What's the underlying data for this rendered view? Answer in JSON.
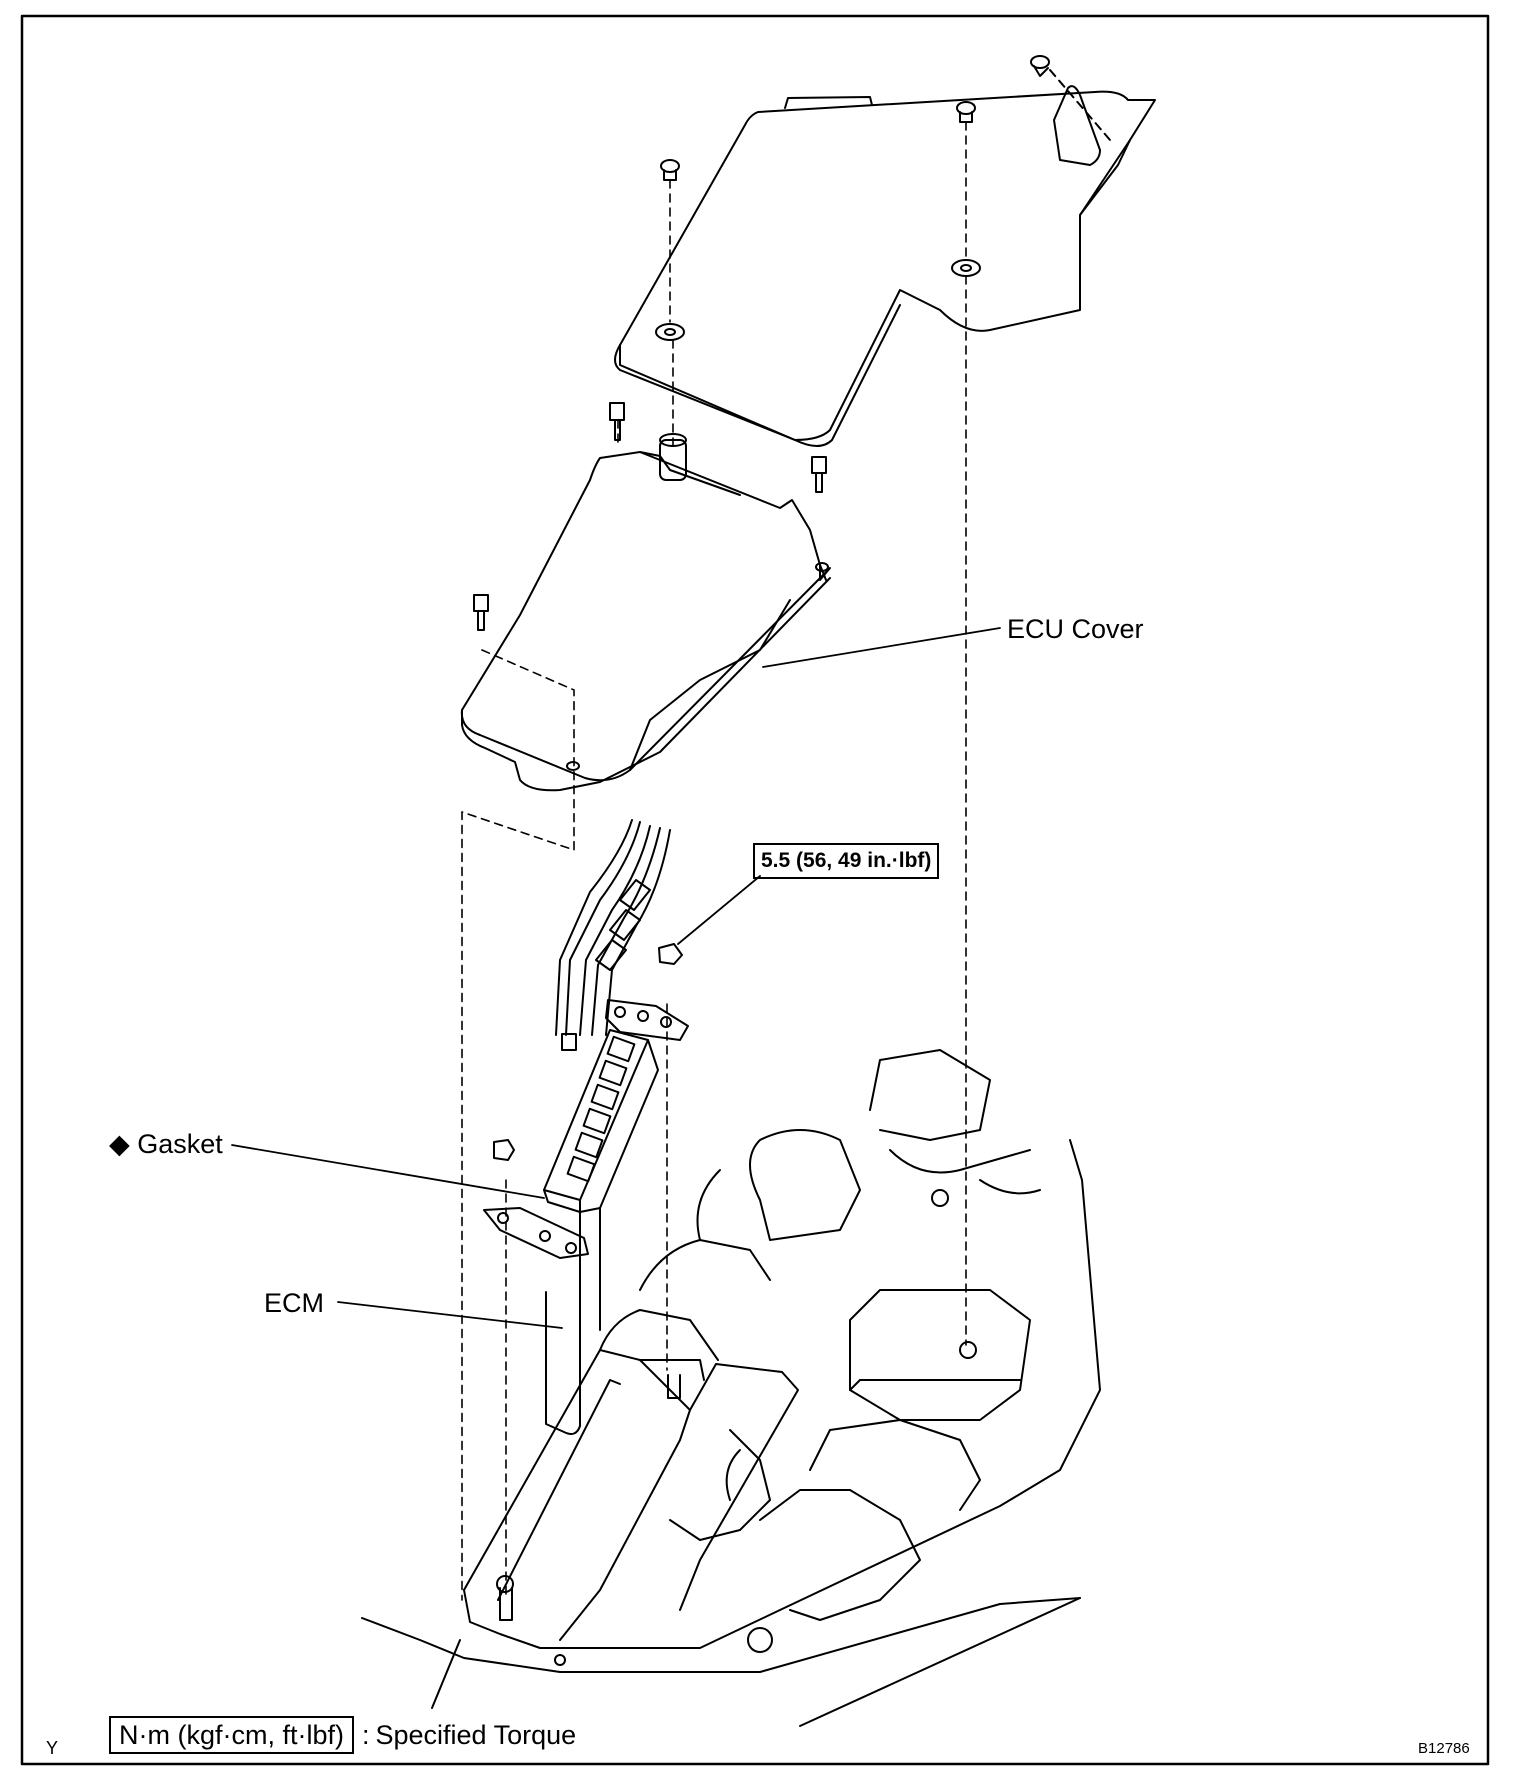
{
  "labels": {
    "gasket": "◆ Gasket",
    "ecm": "ECM",
    "ecu_cover": "ECU Cover",
    "torque_spec": "5.5 (56, 49 in.·lbf)"
  },
  "legend": {
    "unit_box": "N·m (kgf·cm, ft·lbf)",
    "separator": ":",
    "description": "Specified Torque"
  },
  "corner_mark": "Y",
  "figure_id": "B12786"
}
